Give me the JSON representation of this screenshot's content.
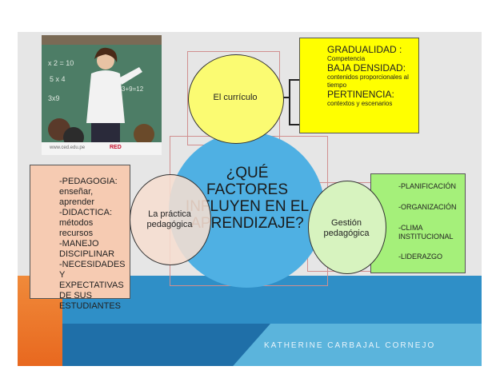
{
  "central": {
    "title": "¿QUÉ FACTORES INFLUYEN EN EL APRENDIZAJE?"
  },
  "nodes": {
    "curriculo": "El currículo",
    "practica": "La práctica pedagógica",
    "gestion": "Gestión pedagógica"
  },
  "curriculo_box": {
    "items": [
      {
        "heading": "GRADUALIDAD :",
        "detail": "Competencia"
      },
      {
        "heading": "BAJA DENSIDAD:",
        "detail": "contenidos proporcionales al tiempo"
      },
      {
        "heading": "PERTINENCIA:",
        "detail": "contextos y escenarios"
      }
    ]
  },
  "practica_box": {
    "lines": [
      "-PEDAGOGIA:",
      "enseñar, aprender",
      "-DIDACTICA:",
      "métodos recursos",
      "-MANEJO DISCIPLINAR",
      "-NECESIDADES Y EXPECTATIVAS DE SUS ESTUDIANTES"
    ]
  },
  "gestion_box": {
    "items": [
      "-PLANIFICACIÓN",
      "-ORGANIZACIÓN",
      "-CLIMA INSTITUCIONAL",
      "-LIDERAZGO"
    ]
  },
  "photo": {
    "url_text": "www.ced.edu.pe",
    "logo_text": "RED"
  },
  "footer": {
    "author": "KATHERINE CARBAJAL CORNEJO"
  },
  "colors": {
    "central": "#4fb0e3",
    "curriculo": "#fbfb72",
    "practica": "#f6ded0",
    "gestion": "#d7f3bf",
    "yellow_box": "#ffff00",
    "peach_box": "#f6cbb2",
    "green_box": "#a5f07a",
    "band_blue": "#2f8fc7",
    "band_orange": "#e8681f"
  }
}
